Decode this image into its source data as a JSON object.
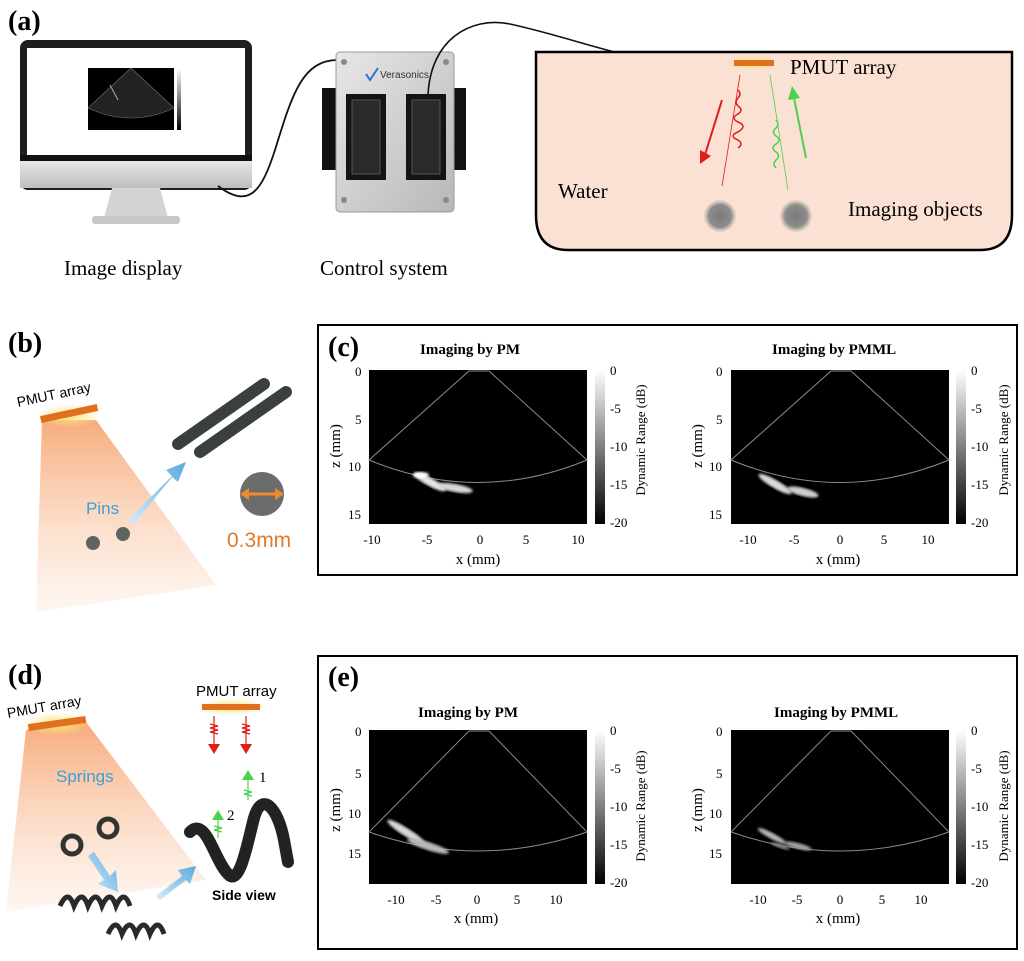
{
  "panels": {
    "a": {
      "tag": "(a)",
      "image_display": "Image display",
      "control_system": "Control system",
      "brand": "Verasonics",
      "pmut_array": "PMUT array",
      "water": "Water",
      "imaging_objects": "Imaging objects"
    },
    "b": {
      "tag": "(b)",
      "pmut_array": "PMUT array",
      "pins": "Pins",
      "diameter": "0.3mm"
    },
    "c": {
      "tag": "(c)",
      "plots": [
        {
          "title": "Imaging by PM",
          "xlabel": "x (mm)",
          "ylabel": "z (mm)",
          "xticks": [
            "-10",
            "-5",
            "0",
            "5",
            "10"
          ],
          "yticks": [
            "0",
            "5",
            "10",
            "15"
          ],
          "cbar_label": "Dynamic Range (dB)",
          "cbar_ticks": [
            "0",
            "-5",
            "-10",
            "-15",
            "-20"
          ]
        },
        {
          "title": "Imaging by PMML",
          "xlabel": "x (mm)",
          "ylabel": "z (mm)",
          "xticks": [
            "-10",
            "-5",
            "0",
            "5",
            "10"
          ],
          "yticks": [
            "0",
            "5",
            "10",
            "15"
          ],
          "cbar_label": "Dynamic Range (dB)",
          "cbar_ticks": [
            "0",
            "-5",
            "-10",
            "-15",
            "-20"
          ]
        }
      ]
    },
    "d": {
      "tag": "(d)",
      "pmut_array_left": "PMUT array",
      "springs": "Springs",
      "pmut_array_right": "PMUT array",
      "arrow1": "1",
      "arrow2": "2",
      "side_view": "Side view"
    },
    "e": {
      "tag": "(e)",
      "plots": [
        {
          "title": "Imaging by PM",
          "xlabel": "x (mm)",
          "ylabel": "z (mm)",
          "xticks": [
            "-10",
            "-5",
            "0",
            "5",
            "10"
          ],
          "yticks": [
            "0",
            "5",
            "10",
            "15"
          ],
          "cbar_label": "Dynamic Range (dB)",
          "cbar_ticks": [
            "0",
            "-5",
            "-10",
            "-15",
            "-20"
          ]
        },
        {
          "title": "Imaging by PMML",
          "xlabel": "x (mm)",
          "ylabel": "z (mm)",
          "xticks": [
            "-10",
            "-5",
            "0",
            "5",
            "10"
          ],
          "yticks": [
            "0",
            "5",
            "10",
            "15"
          ],
          "cbar_label": "Dynamic Range (dB)",
          "cbar_ticks": [
            "0",
            "-5",
            "-10",
            "-15",
            "-20"
          ]
        }
      ]
    }
  },
  "colors": {
    "pmut_bar": "#e0701e",
    "pmut_glow": "#ffd34d",
    "tank_fill": "#fbe1d4",
    "beam": "#f7b58a",
    "pins_label": "#3aa0d8",
    "diameter_label": "#e07a2a",
    "arrow_red": "#e21b1b",
    "arrow_green": "#4cd14c"
  }
}
